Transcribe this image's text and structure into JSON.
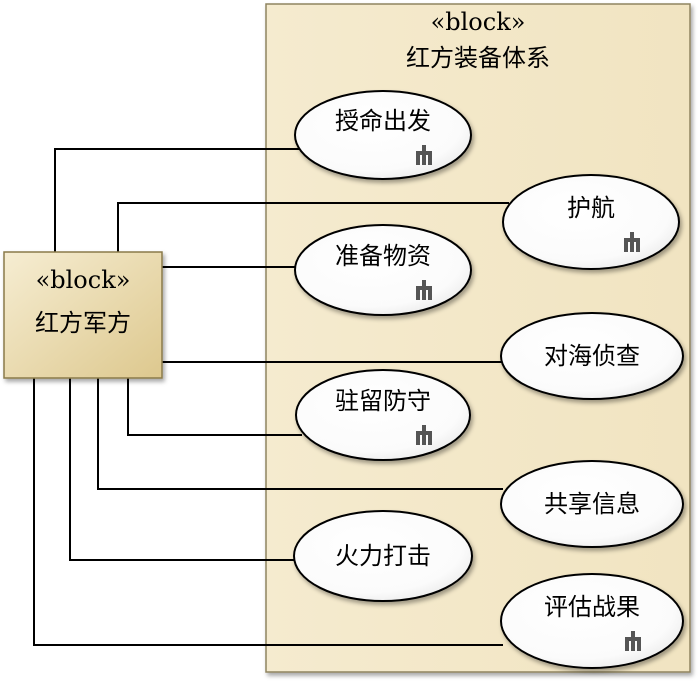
{
  "system": {
    "stereotype": "«block»",
    "name": "红方装备体系"
  },
  "actor": {
    "stereotype": "«block»",
    "name": "红方军方"
  },
  "use_cases": [
    {
      "label": "授命出发",
      "has_rake": true
    },
    {
      "label": "护航",
      "has_rake": true
    },
    {
      "label": "准备物资",
      "has_rake": true
    },
    {
      "label": "对海侦查",
      "has_rake": false
    },
    {
      "label": "驻留防守",
      "has_rake": true
    },
    {
      "label": "共享信息",
      "has_rake": false
    },
    {
      "label": "火力打击",
      "has_rake": false
    },
    {
      "label": "评估战果",
      "has_rake": true
    }
  ],
  "colors": {
    "boundary_fill": "#f3e7c8",
    "actor_fill": "#ead9a6",
    "usecase_fill": "#ffffff",
    "line": "#000000",
    "rake_icon": "#555555"
  }
}
